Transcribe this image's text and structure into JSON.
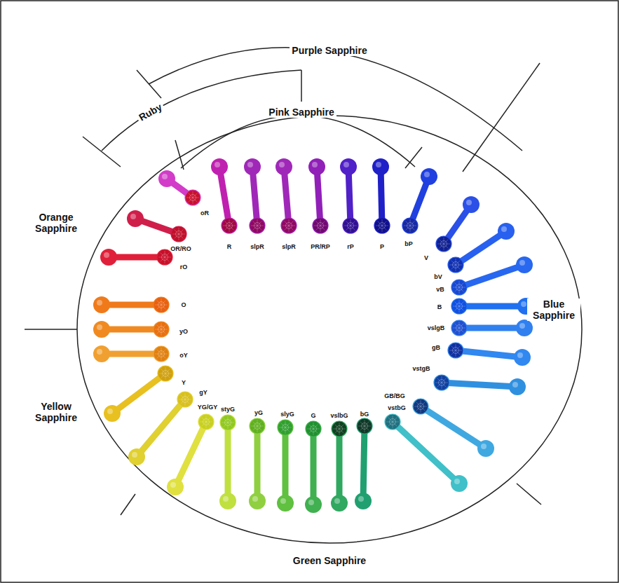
{
  "diagram": {
    "labels": [
      "Purple Sapphire",
      "Ruby",
      "Pink Sapphire",
      "Orange Sapphire",
      "Blue Sapphire",
      "Yellow Sapphire",
      "Green Sapphire",
      "oR",
      "R",
      "slpR",
      "slpR",
      "PR/RP",
      "rP",
      "P",
      "bP",
      "V",
      "bV",
      "vB",
      "B",
      "vslgB",
      "gB",
      "vstgB",
      "GB/BG",
      "vstbG",
      "bG",
      "vslbG",
      "G",
      "slyG",
      "yG",
      "styG",
      "YG/GY",
      "gY",
      "Y",
      "oY",
      "yO",
      "O",
      "rO",
      "OR/RO"
    ]
  }
}
